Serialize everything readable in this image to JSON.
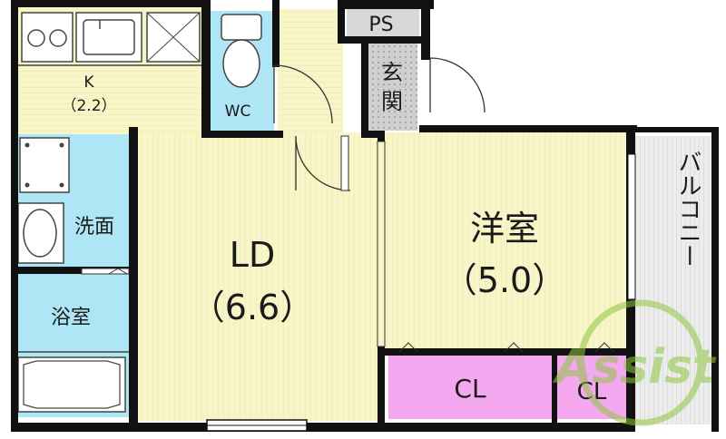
{
  "rooms": {
    "kitchen": {
      "name": "K",
      "size": "（2.2）"
    },
    "wc": {
      "name": "WC"
    },
    "ps": {
      "name": "PS"
    },
    "entrance": {
      "char1": "玄",
      "char2": "関"
    },
    "washroom": {
      "name": "洗面"
    },
    "bath": {
      "name": "浴室"
    },
    "ld": {
      "name": "LD",
      "size": "（6.6）"
    },
    "western": {
      "name": "洋室",
      "size": "（5.0）"
    },
    "closet_main": {
      "name": "CL"
    },
    "closet_small": {
      "name": "CL"
    },
    "balcony": {
      "name": "バルコニー"
    }
  },
  "watermark": {
    "text": "Assist"
  },
  "colors": {
    "floor": "#f8f6c8",
    "floor_line": "#e8e3a6",
    "wet": "#aee6f5",
    "closet": "#f4a8f0",
    "wall": "#111111",
    "entrance": "#d8d8d8",
    "balcony": "#e6e6e6",
    "watermark": "#8fc63f"
  }
}
